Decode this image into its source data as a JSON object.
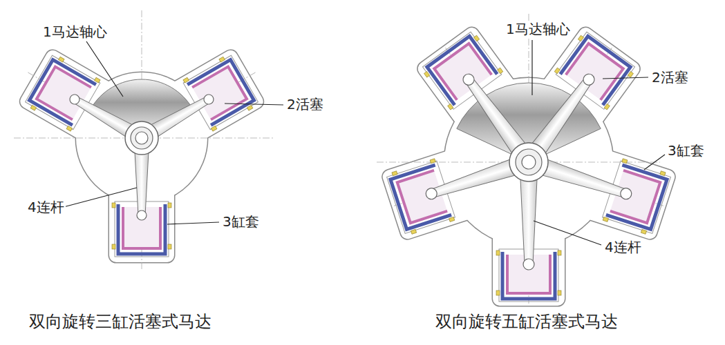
{
  "diagram": {
    "labels": [
      "1马达轴心",
      "2活塞",
      "4连杆",
      "3缸套",
      "双向旋转三缸活塞式马达",
      "1马达轴心",
      "2活塞",
      "3缸套",
      "4连杆",
      "双向旋转五缸活塞式马达"
    ]
  }
}
